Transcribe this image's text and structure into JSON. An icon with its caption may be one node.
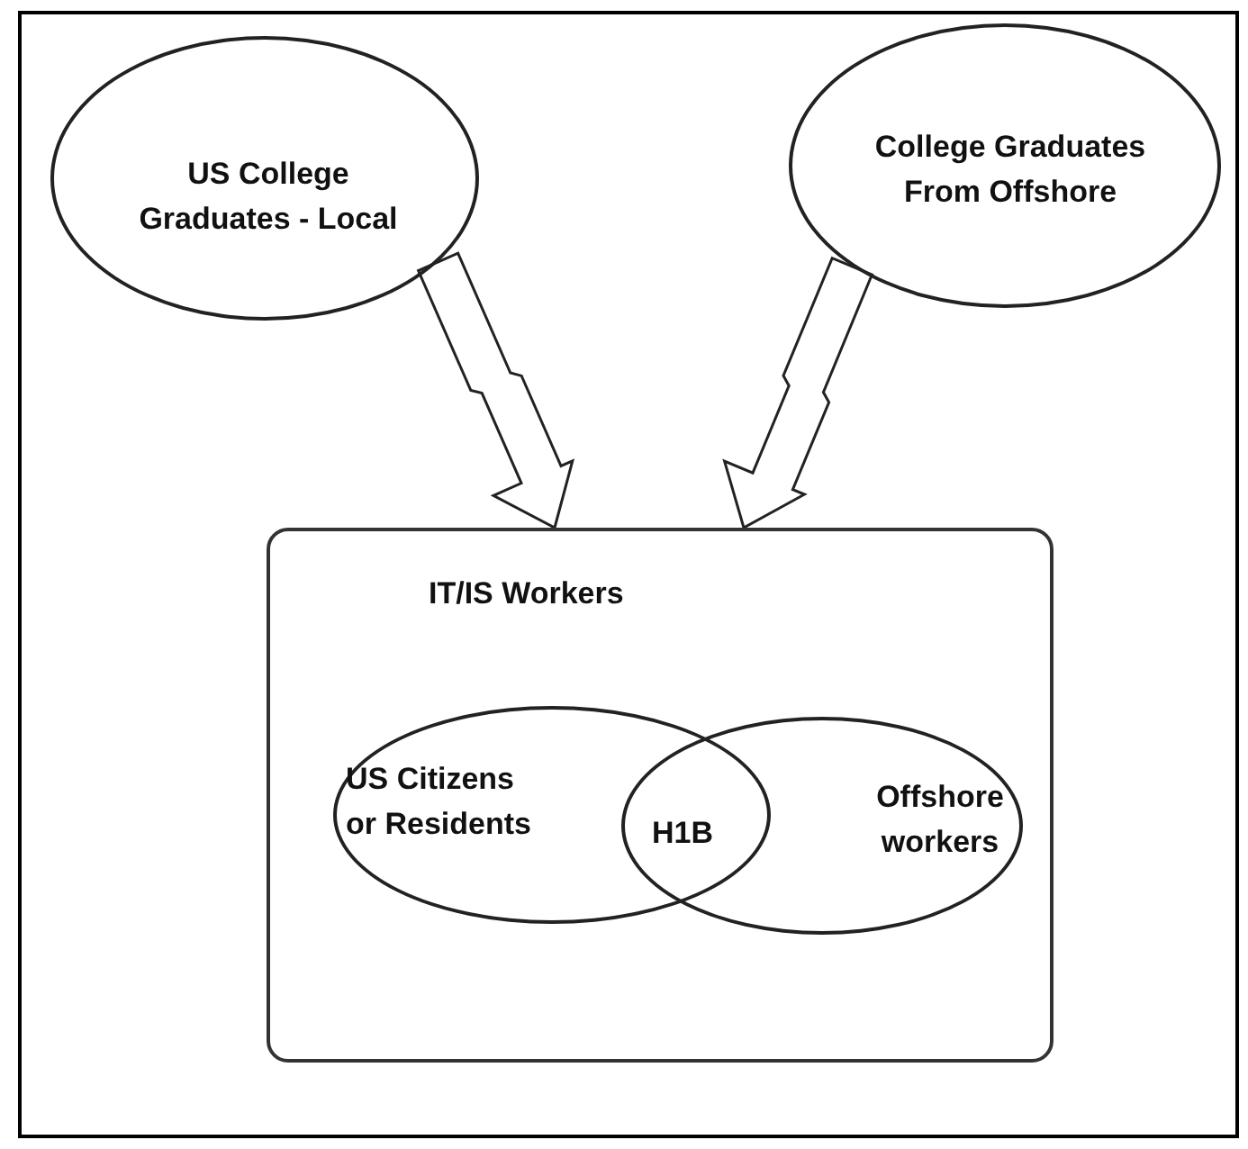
{
  "diagram": {
    "nodes": [
      {
        "text": [
          "US College Graduates - Local"
        ]
      },
      {
        "text": [
          "College Graduates From Offshore"
        ]
      },
      {
        "text": [
          "IT/IS Workers"
        ]
      },
      {
        "text": [
          "US Citizens or Residents"
        ],
        "in": 2
      },
      {
        "text": [
          "Offshore workers"
        ],
        "in": 2
      }
    ],
    "edges": [
      {
        "from": 0,
        "to": 2,
        "arrow": "to"
      },
      {
        "from": 1,
        "to": 2,
        "arrow": "to"
      }
    ],
    "labels": [
      "H1B"
    ]
  }
}
